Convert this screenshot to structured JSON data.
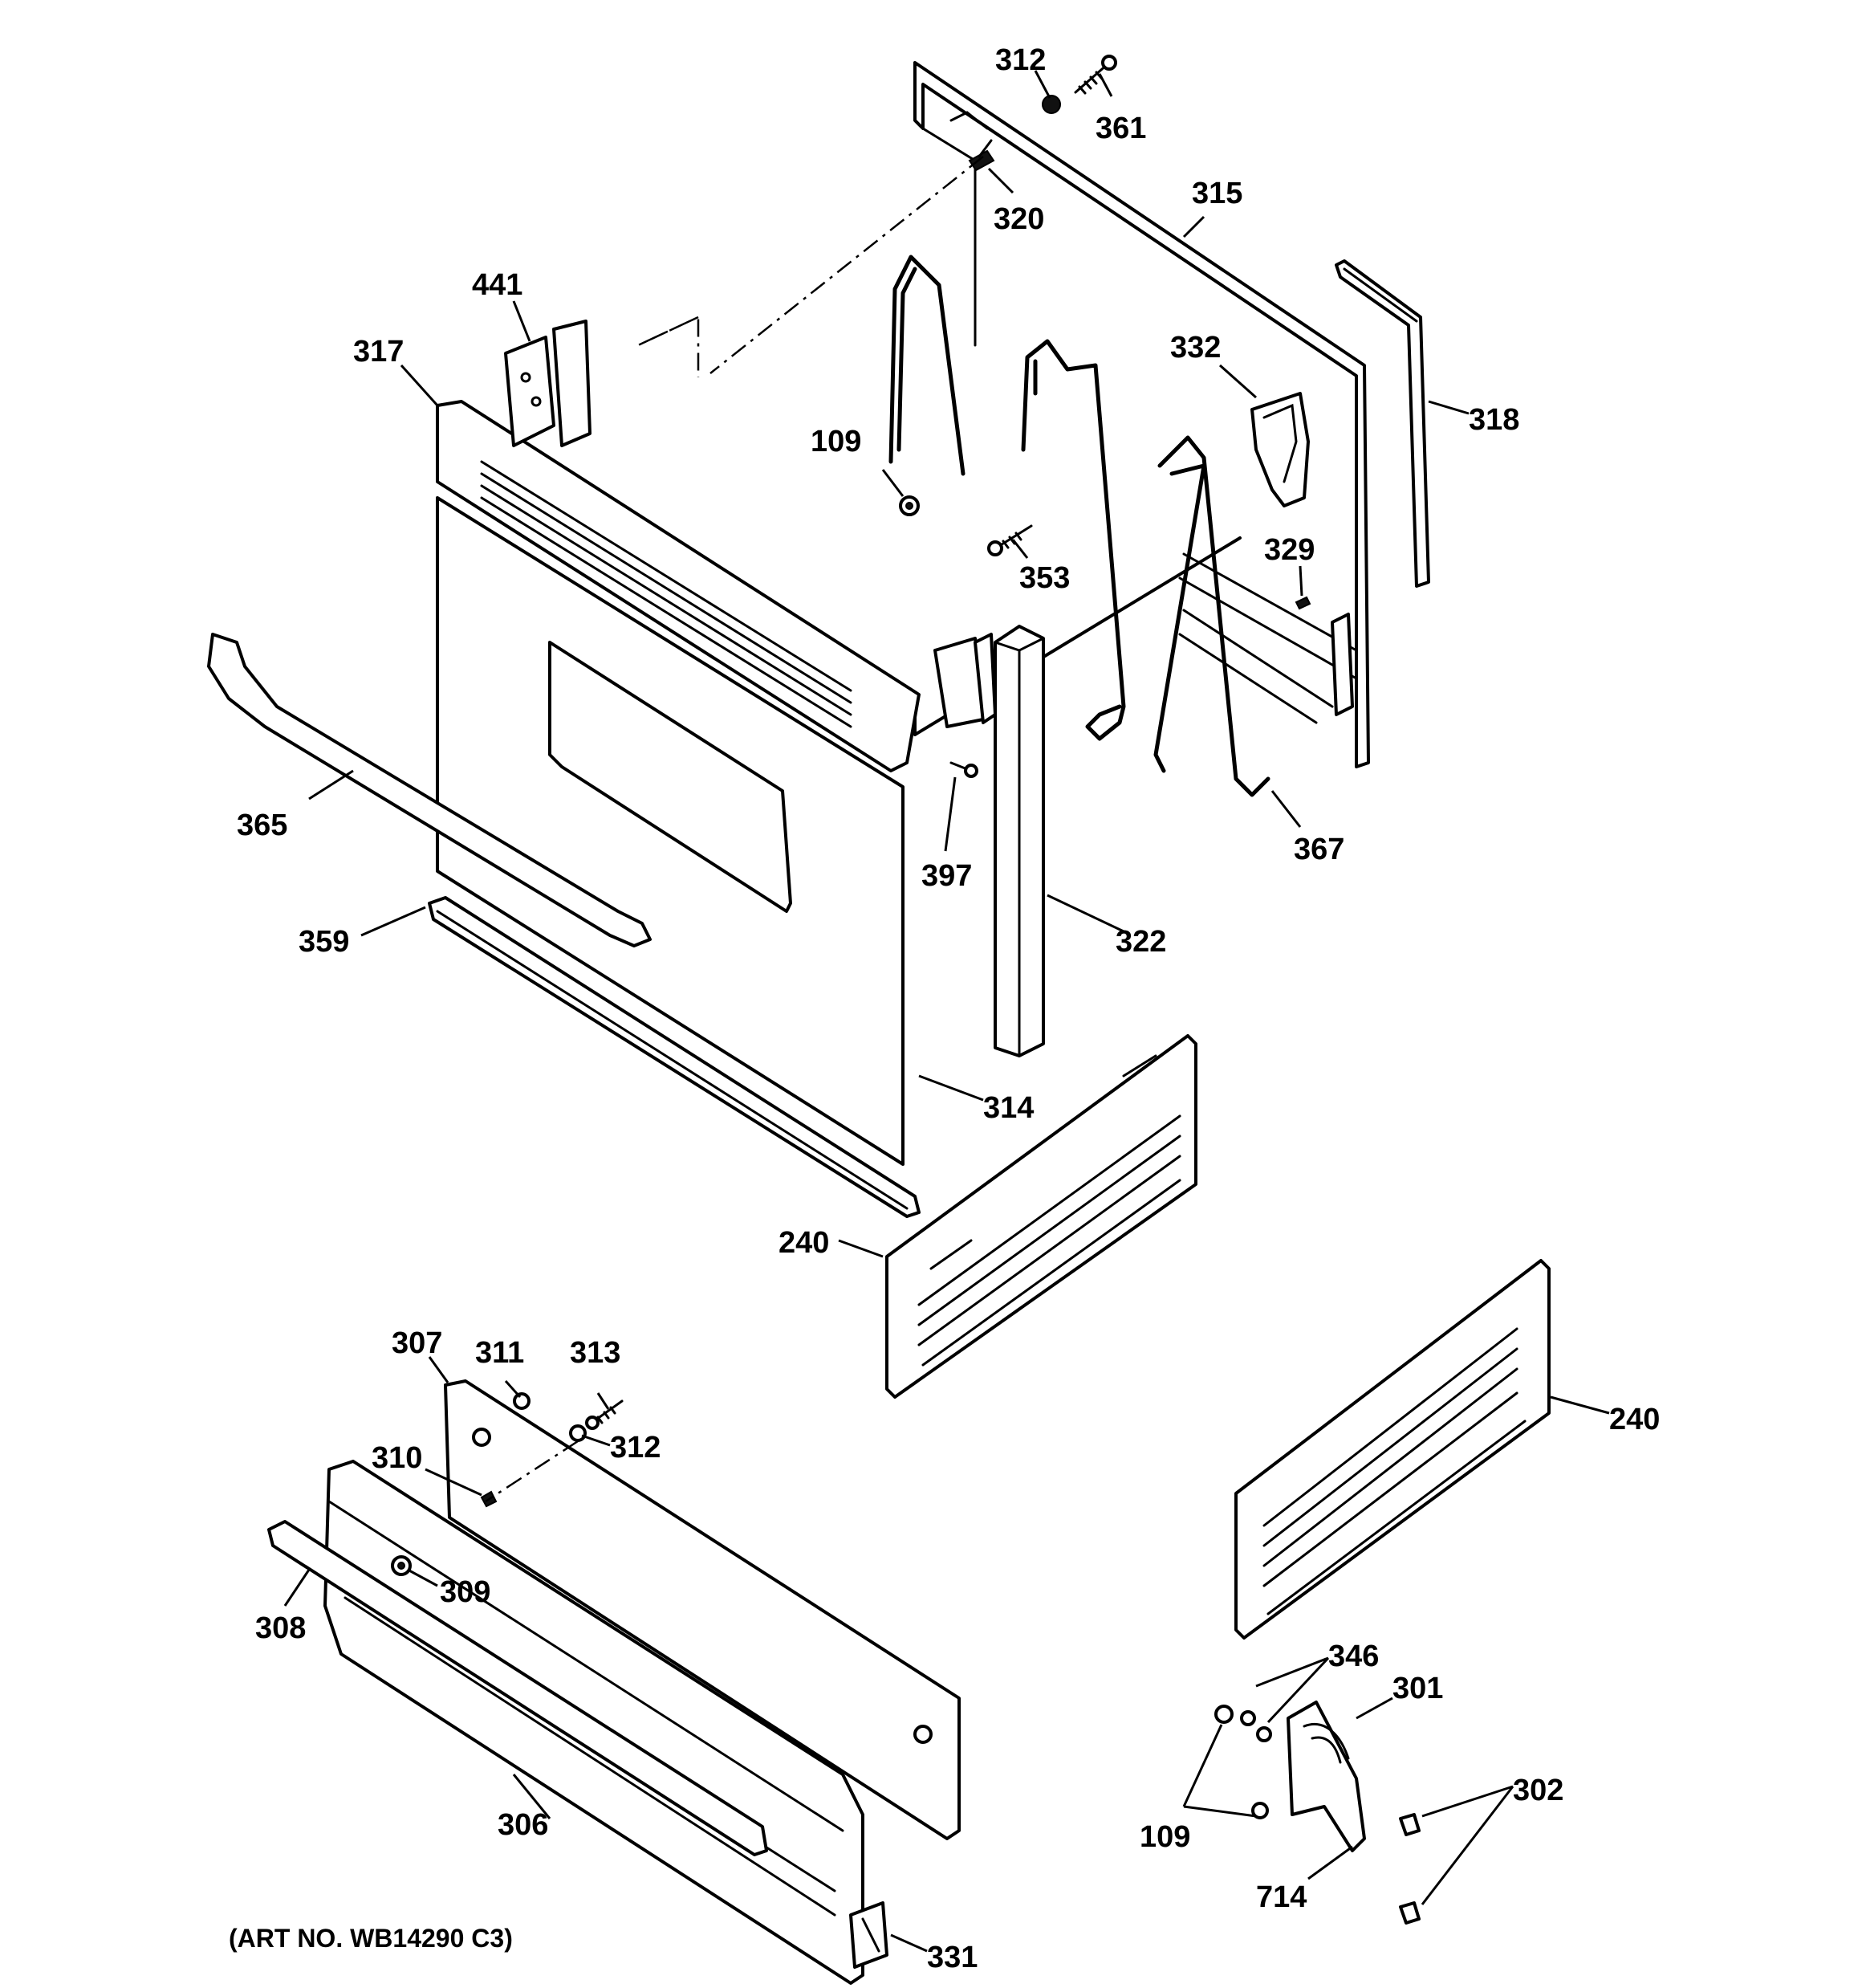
{
  "art_number": "(ART NO. WB14290 C3)",
  "callouts": [
    {
      "id": "c312a",
      "label": "312"
    },
    {
      "id": "c361",
      "label": "361"
    },
    {
      "id": "c320",
      "label": "320"
    },
    {
      "id": "c315",
      "label": "315"
    },
    {
      "id": "c441",
      "label": "441"
    },
    {
      "id": "c317",
      "label": "317"
    },
    {
      "id": "c332",
      "label": "332"
    },
    {
      "id": "c318",
      "label": "318"
    },
    {
      "id": "c109a",
      "label": "109"
    },
    {
      "id": "c353",
      "label": "353"
    },
    {
      "id": "c329",
      "label": "329"
    },
    {
      "id": "c365",
      "label": "365"
    },
    {
      "id": "c397",
      "label": "397"
    },
    {
      "id": "c367",
      "label": "367"
    },
    {
      "id": "c359",
      "label": "359"
    },
    {
      "id": "c322",
      "label": "322"
    },
    {
      "id": "c314",
      "label": "314"
    },
    {
      "id": "c240a",
      "label": "240"
    },
    {
      "id": "c307",
      "label": "307"
    },
    {
      "id": "c311",
      "label": "311"
    },
    {
      "id": "c313",
      "label": "313"
    },
    {
      "id": "c312b",
      "label": "312"
    },
    {
      "id": "c310",
      "label": "310"
    },
    {
      "id": "c240b",
      "label": "240"
    },
    {
      "id": "c309",
      "label": "309"
    },
    {
      "id": "c308",
      "label": "308"
    },
    {
      "id": "c346",
      "label": "346"
    },
    {
      "id": "c301",
      "label": "301"
    },
    {
      "id": "c302",
      "label": "302"
    },
    {
      "id": "c306",
      "label": "306"
    },
    {
      "id": "c109b",
      "label": "109"
    },
    {
      "id": "c714",
      "label": "714"
    },
    {
      "id": "c331",
      "label": "331"
    }
  ]
}
